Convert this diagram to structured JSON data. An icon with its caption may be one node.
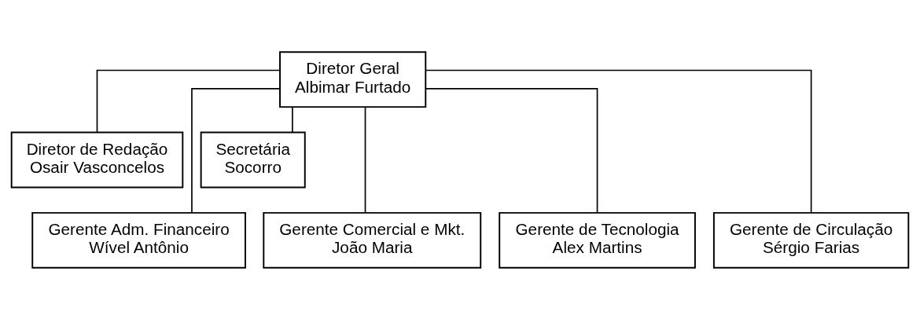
{
  "diagram": {
    "nodes": [
      {
        "text": [
          "Diretor Geral",
          "Albimar Furtado"
        ]
      },
      {
        "text": [
          "Diretor de Redação",
          "Osair Vasconcelos"
        ]
      },
      {
        "text": [
          "Secretária",
          "Socorro"
        ]
      },
      {
        "text": [
          "Gerente Adm. Financeiro",
          "Wível Antônio"
        ]
      },
      {
        "text": [
          "Gerente Comercial e Mkt.",
          "João Maria"
        ]
      },
      {
        "text": [
          "Gerente de Tecnologia",
          "Alex Martins"
        ]
      },
      {
        "text": [
          "Gerente de Circulação",
          "Sérgio Farias"
        ]
      }
    ],
    "edges": [
      {
        "from": 0,
        "to": 1,
        "arrow": "none"
      },
      {
        "from": 0,
        "to": 2,
        "arrow": "none"
      },
      {
        "from": 0,
        "to": 3,
        "arrow": "none"
      },
      {
        "from": 0,
        "to": 4,
        "arrow": "none"
      },
      {
        "from": 0,
        "to": 5,
        "arrow": "none"
      },
      {
        "from": 0,
        "to": 6,
        "arrow": "none"
      }
    ]
  }
}
